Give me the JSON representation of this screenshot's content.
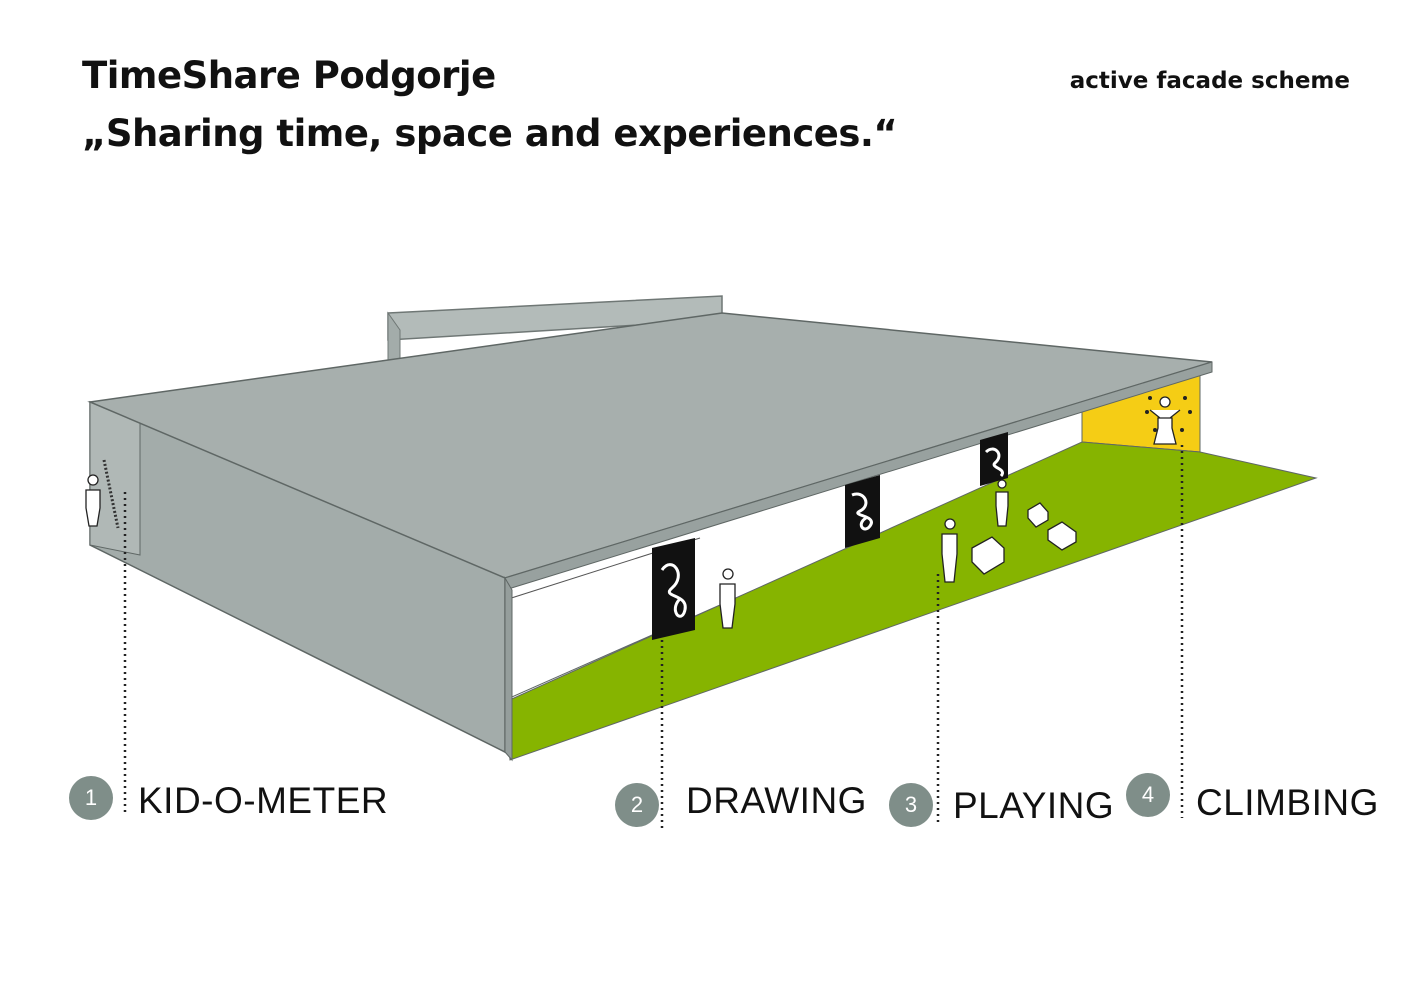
{
  "header": {
    "title": "TimeShare Podgorje",
    "subtitle": "„Sharing time, space and experiences.“",
    "caption": "active facade scheme"
  },
  "colors": {
    "roof": "#a7afad",
    "wall": "#a3acaa",
    "grass": "#86b400",
    "climb_wall": "#f5cd15",
    "badge": "#7f8e89"
  },
  "legend": [
    {
      "number": "1",
      "label": "KID-O-METER"
    },
    {
      "number": "2",
      "label": "DRAWING"
    },
    {
      "number": "3",
      "label": "PLAYING"
    },
    {
      "number": "4",
      "label": "CLIMBING"
    }
  ]
}
